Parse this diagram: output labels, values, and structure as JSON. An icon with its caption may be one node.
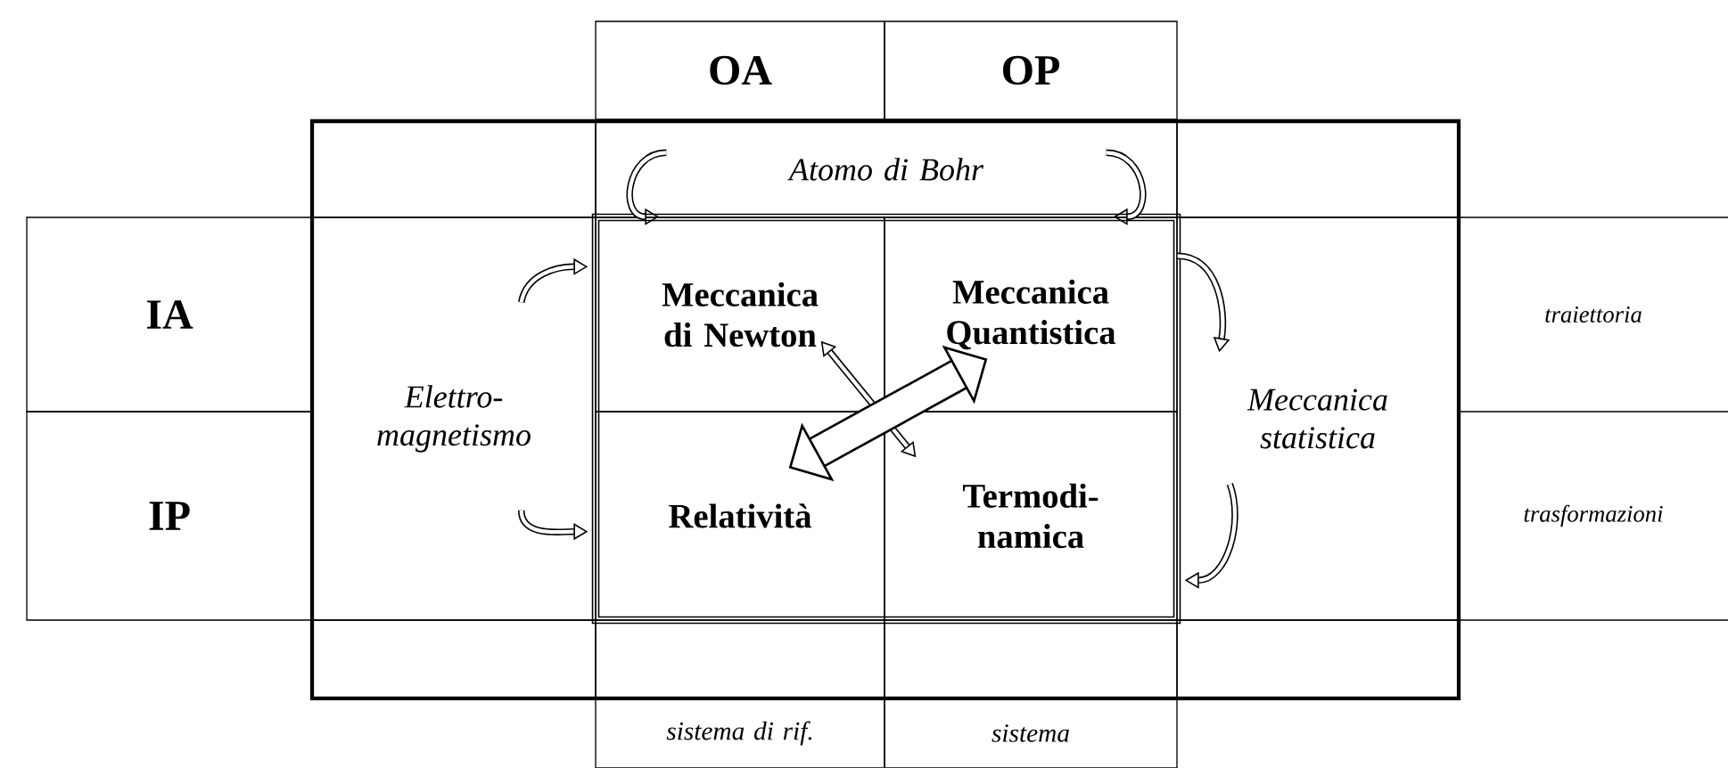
{
  "diagram": {
    "nodes": [
      {
        "text": [
          "OA"
        ]
      },
      {
        "text": [
          "OP"
        ]
      },
      {
        "text": [
          "Atomo di Bohr"
        ]
      },
      {
        "text": [
          "IA"
        ]
      },
      {
        "text": [
          "Elettro-magnetismo"
        ]
      },
      {
        "text": [
          "Meccanica di Newton"
        ]
      },
      {
        "text": [
          "Meccanica Quantistica"
        ]
      },
      {
        "text": [
          "Meccanica statistica"
        ]
      },
      {
        "text": [
          "traiettoria"
        ]
      },
      {
        "text": [
          "IP"
        ]
      },
      {
        "text": [
          "Relatività"
        ]
      },
      {
        "text": [
          "Termodi-namica"
        ]
      },
      {
        "text": [
          "trasformazioni"
        ]
      },
      {
        "text": [
          "sistema di rif."
        ]
      },
      {
        "text": [
          "sistema"
        ]
      },
      {
        "text": [],
        "shape": "box"
      },
      {
        "text": [],
        "shape": "box"
      },
      {
        "text": [],
        "shape": "box"
      },
      {
        "text": [],
        "shape": "box"
      },
      {
        "text": [],
        "shape": "box"
      },
      {
        "text": [],
        "shape": "box"
      }
    ],
    "edges": [
      {
        "from": 2,
        "to": 5,
        "arrow": "to"
      },
      {
        "from": 2,
        "to": 6,
        "arrow": "to"
      },
      {
        "from": 4,
        "to": 5,
        "arrow": "to"
      },
      {
        "from": 4,
        "to": 10,
        "arrow": "to"
      },
      {
        "from": 6,
        "to": 7,
        "arrow": "to"
      },
      {
        "from": 7,
        "to": 11,
        "arrow": "to"
      },
      {
        "from": 5,
        "to": 11,
        "arrow": "both"
      },
      {
        "from": 10,
        "to": 6,
        "arrow": "both",
        "style": "thick"
      }
    ]
  }
}
